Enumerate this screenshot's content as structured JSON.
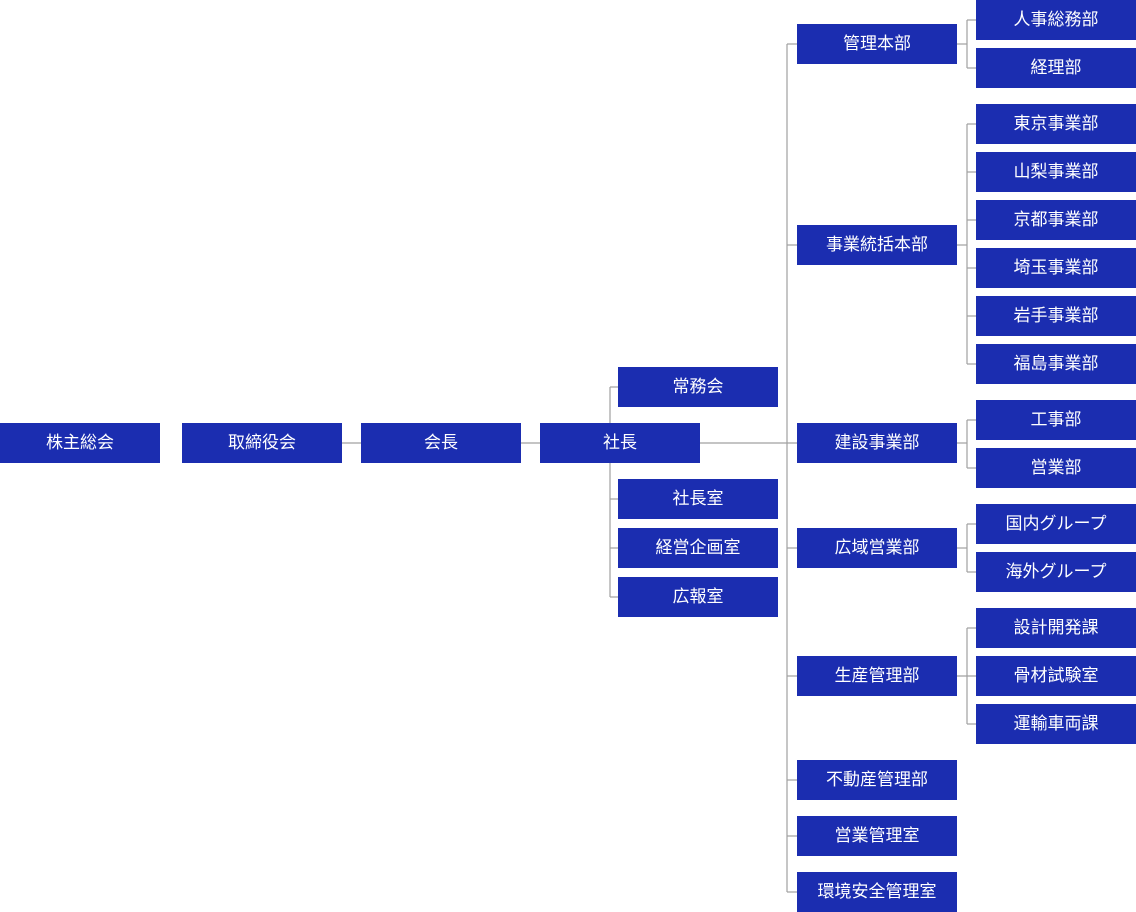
{
  "org_chart": {
    "level1": {
      "shareholders": "株主総会",
      "board": "取締役会",
      "chairman": "会長",
      "president": "社長"
    },
    "staff": {
      "executive_committee": "常務会",
      "president_office": "社長室",
      "management_planning": "経営企画室",
      "public_relations": "広報室"
    },
    "divisions": {
      "administration": {
        "label": "管理本部",
        "children": [
          "人事総務部",
          "経理部"
        ]
      },
      "business_integration": {
        "label": "事業統括本部",
        "children": [
          "東京事業部",
          "山梨事業部",
          "京都事業部",
          "埼玉事業部",
          "岩手事業部",
          "福島事業部"
        ]
      },
      "construction_business": {
        "label": "建設事業部",
        "children": [
          "工事部",
          "営業部"
        ]
      },
      "wide_area_sales": {
        "label": "広域営業部",
        "children": [
          "国内グループ",
          "海外グループ"
        ]
      },
      "production_management": {
        "label": "生産管理部",
        "children": [
          "設計開発課",
          "骨材試験室",
          "運輸車両課"
        ]
      },
      "real_estate_management": {
        "label": "不動産管理部"
      },
      "sales_management": {
        "label": "営業管理室"
      },
      "environment_safety": {
        "label": "環境安全管理室"
      }
    }
  },
  "colors": {
    "box": "#1b2db0",
    "text": "#ffffff",
    "line": "#a0a0a0"
  }
}
